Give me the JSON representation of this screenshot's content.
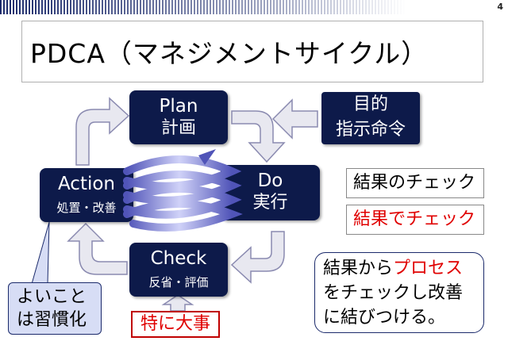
{
  "page_number": "4",
  "title": "PDCA（マネジメントサイクル）",
  "cycle": {
    "plan": {
      "en": "Plan",
      "ja": "計画"
    },
    "do": {
      "en": "Do",
      "ja": "実行"
    },
    "check": {
      "en": "Check",
      "ja": "反省・評価"
    },
    "action": {
      "en": "Action",
      "ja": "処置・改善"
    }
  },
  "purpose": {
    "line1": "目的",
    "line2": "指示命令"
  },
  "check_labels": {
    "plain": "結果のチェック",
    "emphasized": "結果でチェック"
  },
  "callout": {
    "part1": "結果から",
    "part1_red": "プロセス",
    "line2": "をチェックし改善",
    "line3": "に結びつける。"
  },
  "habit_bubble": {
    "line1": "よいこと",
    "line2": "は習慣化"
  },
  "important_label": "特に大事",
  "colors": {
    "node_fill": "#0d1a4a",
    "emphasis_red": "#e00000",
    "arrow_fill": "#e8e8f0",
    "spiral": "#6b6fd0",
    "bubble_fill": "#d7ddf5"
  }
}
